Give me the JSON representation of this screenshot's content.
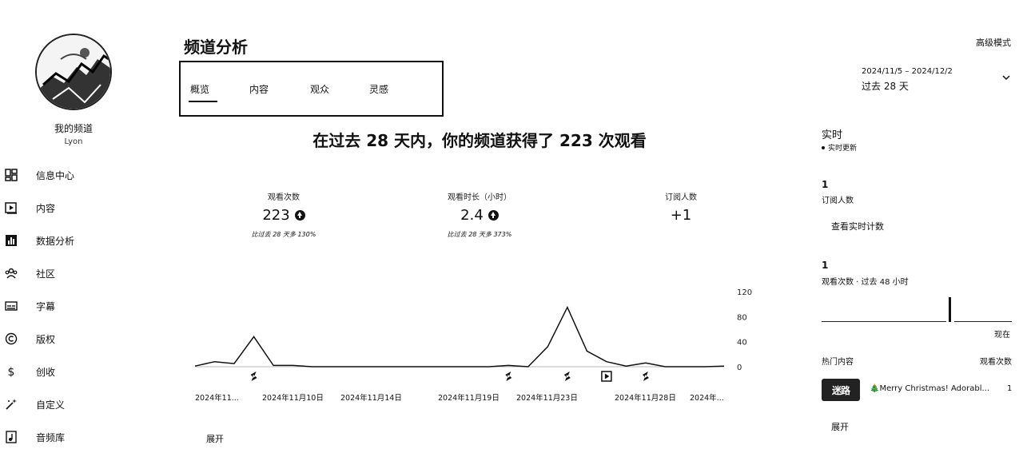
{
  "sidebar": {
    "channel_name": "我的频道",
    "channel_handle": "Lyon",
    "items": [
      {
        "label": "信息中心",
        "icon": "dashboard-icon"
      },
      {
        "label": "内容",
        "icon": "content-icon"
      },
      {
        "label": "数据分析",
        "icon": "analytics-icon",
        "active": true
      },
      {
        "label": "社区",
        "icon": "community-icon"
      },
      {
        "label": "字幕",
        "icon": "subtitles-icon"
      },
      {
        "label": "版权",
        "icon": "copyright-icon"
      },
      {
        "label": "创收",
        "icon": "monetization-icon"
      },
      {
        "label": "自定义",
        "icon": "customization-icon"
      },
      {
        "label": "音频库",
        "icon": "audio-library-icon"
      }
    ]
  },
  "header": {
    "title": "频道分析",
    "advanced_mode": "高级模式",
    "date_range": "2024/11/5 – 2024/12/2",
    "date_label": "过去 28 天"
  },
  "tabs": [
    "概览",
    "内容",
    "观众",
    "灵感"
  ],
  "headline": "在过去 28 天内，你的频道获得了 223 次观看",
  "metrics": [
    {
      "label": "观看次数",
      "value": "223",
      "up": true,
      "compare": "比过去 28 天多 130%"
    },
    {
      "label": "观看时长（小时）",
      "value": "2.4",
      "up": true,
      "compare": "比过去 28 天多 373%"
    },
    {
      "label": "订阅人数",
      "value": "+1",
      "up": false,
      "compare": ""
    }
  ],
  "chart_data": {
    "type": "line",
    "title": "",
    "xlabel": "",
    "ylabel": "",
    "ylim": [
      0,
      120
    ],
    "y_ticks": [
      0,
      40,
      80,
      120
    ],
    "x_tick_labels": [
      "2024年11...",
      "2024年11月10日",
      "2024年11月14日",
      "2024年11月19日",
      "2024年11月23日",
      "2024年11月28日",
      "2024年..."
    ],
    "grid": false,
    "x": [
      "2024-11-05",
      "2024-11-06",
      "2024-11-07",
      "2024-11-08",
      "2024-11-09",
      "2024-11-10",
      "2024-11-11",
      "2024-11-12",
      "2024-11-13",
      "2024-11-14",
      "2024-11-15",
      "2024-11-16",
      "2024-11-17",
      "2024-11-18",
      "2024-11-19",
      "2024-11-20",
      "2024-11-21",
      "2024-11-22",
      "2024-11-23",
      "2024-11-24",
      "2024-11-25",
      "2024-11-26",
      "2024-11-27",
      "2024-11-28",
      "2024-11-29",
      "2024-11-30",
      "2024-12-01",
      "2024-12-02"
    ],
    "series": [
      {
        "values": [
          1,
          8,
          5,
          48,
          2,
          2,
          0,
          0,
          0,
          0,
          0,
          0,
          0,
          0,
          0,
          0,
          2,
          0,
          32,
          95,
          25,
          8,
          1,
          6,
          0,
          0,
          0,
          1
        ]
      }
    ],
    "upload_markers": [
      {
        "date": "2024-11-08",
        "icon": "shorts-icon"
      },
      {
        "date": "2024-11-21",
        "icon": "shorts-icon"
      },
      {
        "date": "2024-11-24",
        "icon": "shorts-icon"
      },
      {
        "date": "2024-11-26",
        "icon": "video-play-icon"
      },
      {
        "date": "2024-11-28",
        "icon": "shorts-icon"
      }
    ]
  },
  "expand_label": "展开",
  "realtime": {
    "title": "实时",
    "live_label": "实时更新",
    "subscribers": {
      "value": "1",
      "label": "订阅人数"
    },
    "view_realtime": "查看实时计数",
    "views": {
      "value": "1",
      "label": "观看次数 · 过去 48 小时"
    },
    "now_label": "现在",
    "top_content_header": "热门内容",
    "views_header": "观看次数",
    "top_item": {
      "thumb_text": "迷路",
      "title": "🎄Merry Christmas! Adorabl...",
      "views": "1"
    },
    "expand_label": "展开"
  }
}
